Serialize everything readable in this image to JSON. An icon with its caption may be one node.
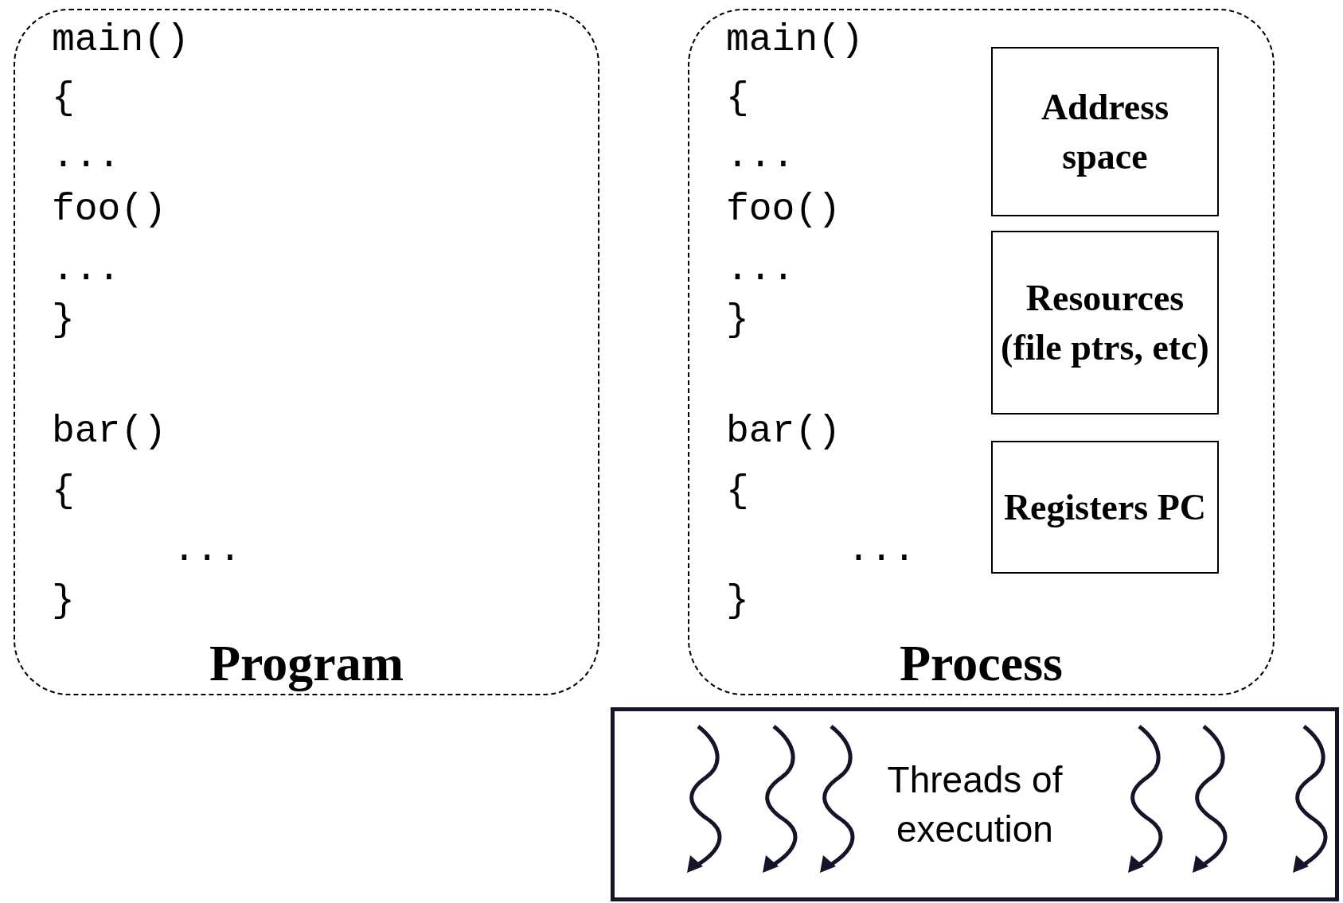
{
  "diagram": {
    "nodes": [
      {
        "text": [
          "main()",
          "{",
          "...",
          "foo()",
          "...",
          "}",
          "bar()",
          "{",
          "...",
          "}",
          "Program"
        ]
      },
      {
        "text": [
          "main()",
          "{",
          "...",
          "foo()",
          "...",
          "}",
          "bar()",
          "{",
          "...",
          "}",
          "Process"
        ]
      },
      {
        "text": [
          "Address space"
        ],
        "in": 1
      },
      {
        "text": [
          "Resources (file ptrs, etc)"
        ],
        "in": 1
      },
      {
        "text": [
          "Registers PC"
        ],
        "in": 1
      },
      {
        "text": [
          "Threads of execution"
        ]
      }
    ]
  }
}
